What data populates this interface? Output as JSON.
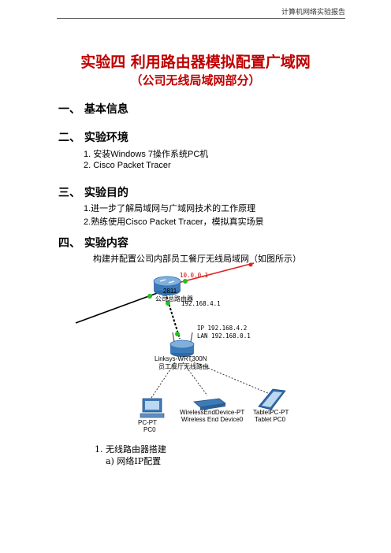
{
  "header": {
    "text": "计算机网络实验报告"
  },
  "title": "实验四 利用路由器模拟配置广域网",
  "subtitle": "（公司无线局域网部分）",
  "sections": [
    {
      "label": "一、 基本信息"
    },
    {
      "label": "二、 实验环境",
      "items": [
        "1.  安装Windows 7操作系统PC机",
        "2.  Cisco Packet Tracer"
      ]
    },
    {
      "label": "三、 实验目的",
      "items": [
        "1.进一步了解局域网与广域网技术的工作原理",
        "2.熟练使用Cisco Packet Tracer，模拟真实场景"
      ]
    },
    {
      "label": "四、 实验内容",
      "intro": "构建并配置公司内部员工餐厅无线局域网（如图所示）"
    }
  ],
  "diagram": {
    "router_model": "2811",
    "router_name": "公司总路由器",
    "router_ip_top": "10.0.0.1",
    "router_ip_bottom": "192.168.4.1",
    "ap_ip": "IP 192.168.4.2",
    "ap_lan": "LAN 192.168.0.1",
    "ap_model": "Linksys-WRT300N",
    "ap_name": "员工餐厅无线路由",
    "pc_type": "PC-PT",
    "pc_name": "PC0",
    "wed_type": "WirelessEndDevice-PT",
    "wed_name": "Wireless End Device0",
    "tablet_type": "TabletPC-PT",
    "tablet_name": "Tablet PC0",
    "colors": {
      "link_green": "#22c022",
      "link_red": "#e02020",
      "ip_red": "#d00000",
      "device_blue": "#3d7ab8"
    }
  },
  "steps": [
    {
      "label": "1.  无线路由器搭建"
    },
    {
      "label": "a)  网络IP配置"
    }
  ]
}
